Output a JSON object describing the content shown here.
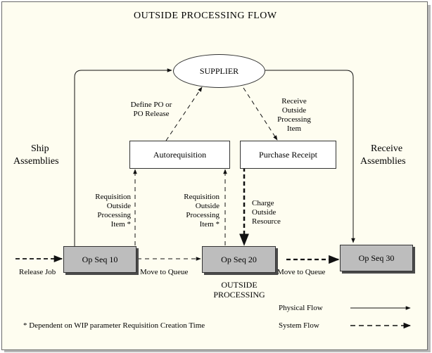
{
  "title": "OUTSIDE PROCESSING FLOW",
  "nodes": {
    "supplier": "SUPPLIER",
    "autorequisition": "Autorequisition",
    "purchase_receipt": "Purchase Receipt",
    "op10": "Op Seq 10",
    "op20": "Op Seq 20",
    "op30": "Op Seq 30"
  },
  "labels": {
    "ship_1": "Ship",
    "ship_2": "Assemblies",
    "receive_1": "Receive",
    "receive_2": "Assemblies",
    "define_po_1": "Define PO or",
    "define_po_2": "PO Release",
    "receive_item_1": "Receive",
    "receive_item_2": "Outside",
    "receive_item_3": "Processing",
    "receive_item_4": "Item",
    "req_a_1": "Requisition",
    "req_a_2": "Outside",
    "req_a_3": "Processing",
    "req_a_4": "Item *",
    "req_b_1": "Requisition",
    "req_b_2": "Outside",
    "req_b_3": "Processing",
    "req_b_4": "Item *",
    "charge_1": "Charge",
    "charge_2": "Outside",
    "charge_3": "Resource",
    "release_job": "Release Job",
    "move_queue_1": "Move to Queue",
    "move_queue_2": "Move to Queue",
    "outside_1": "OUTSIDE",
    "outside_2": "PROCESSING"
  },
  "legend": {
    "physical": "Physical Flow",
    "system": "System Flow"
  },
  "footnote": "* Dependent on WIP parameter Requisition Creation Time"
}
